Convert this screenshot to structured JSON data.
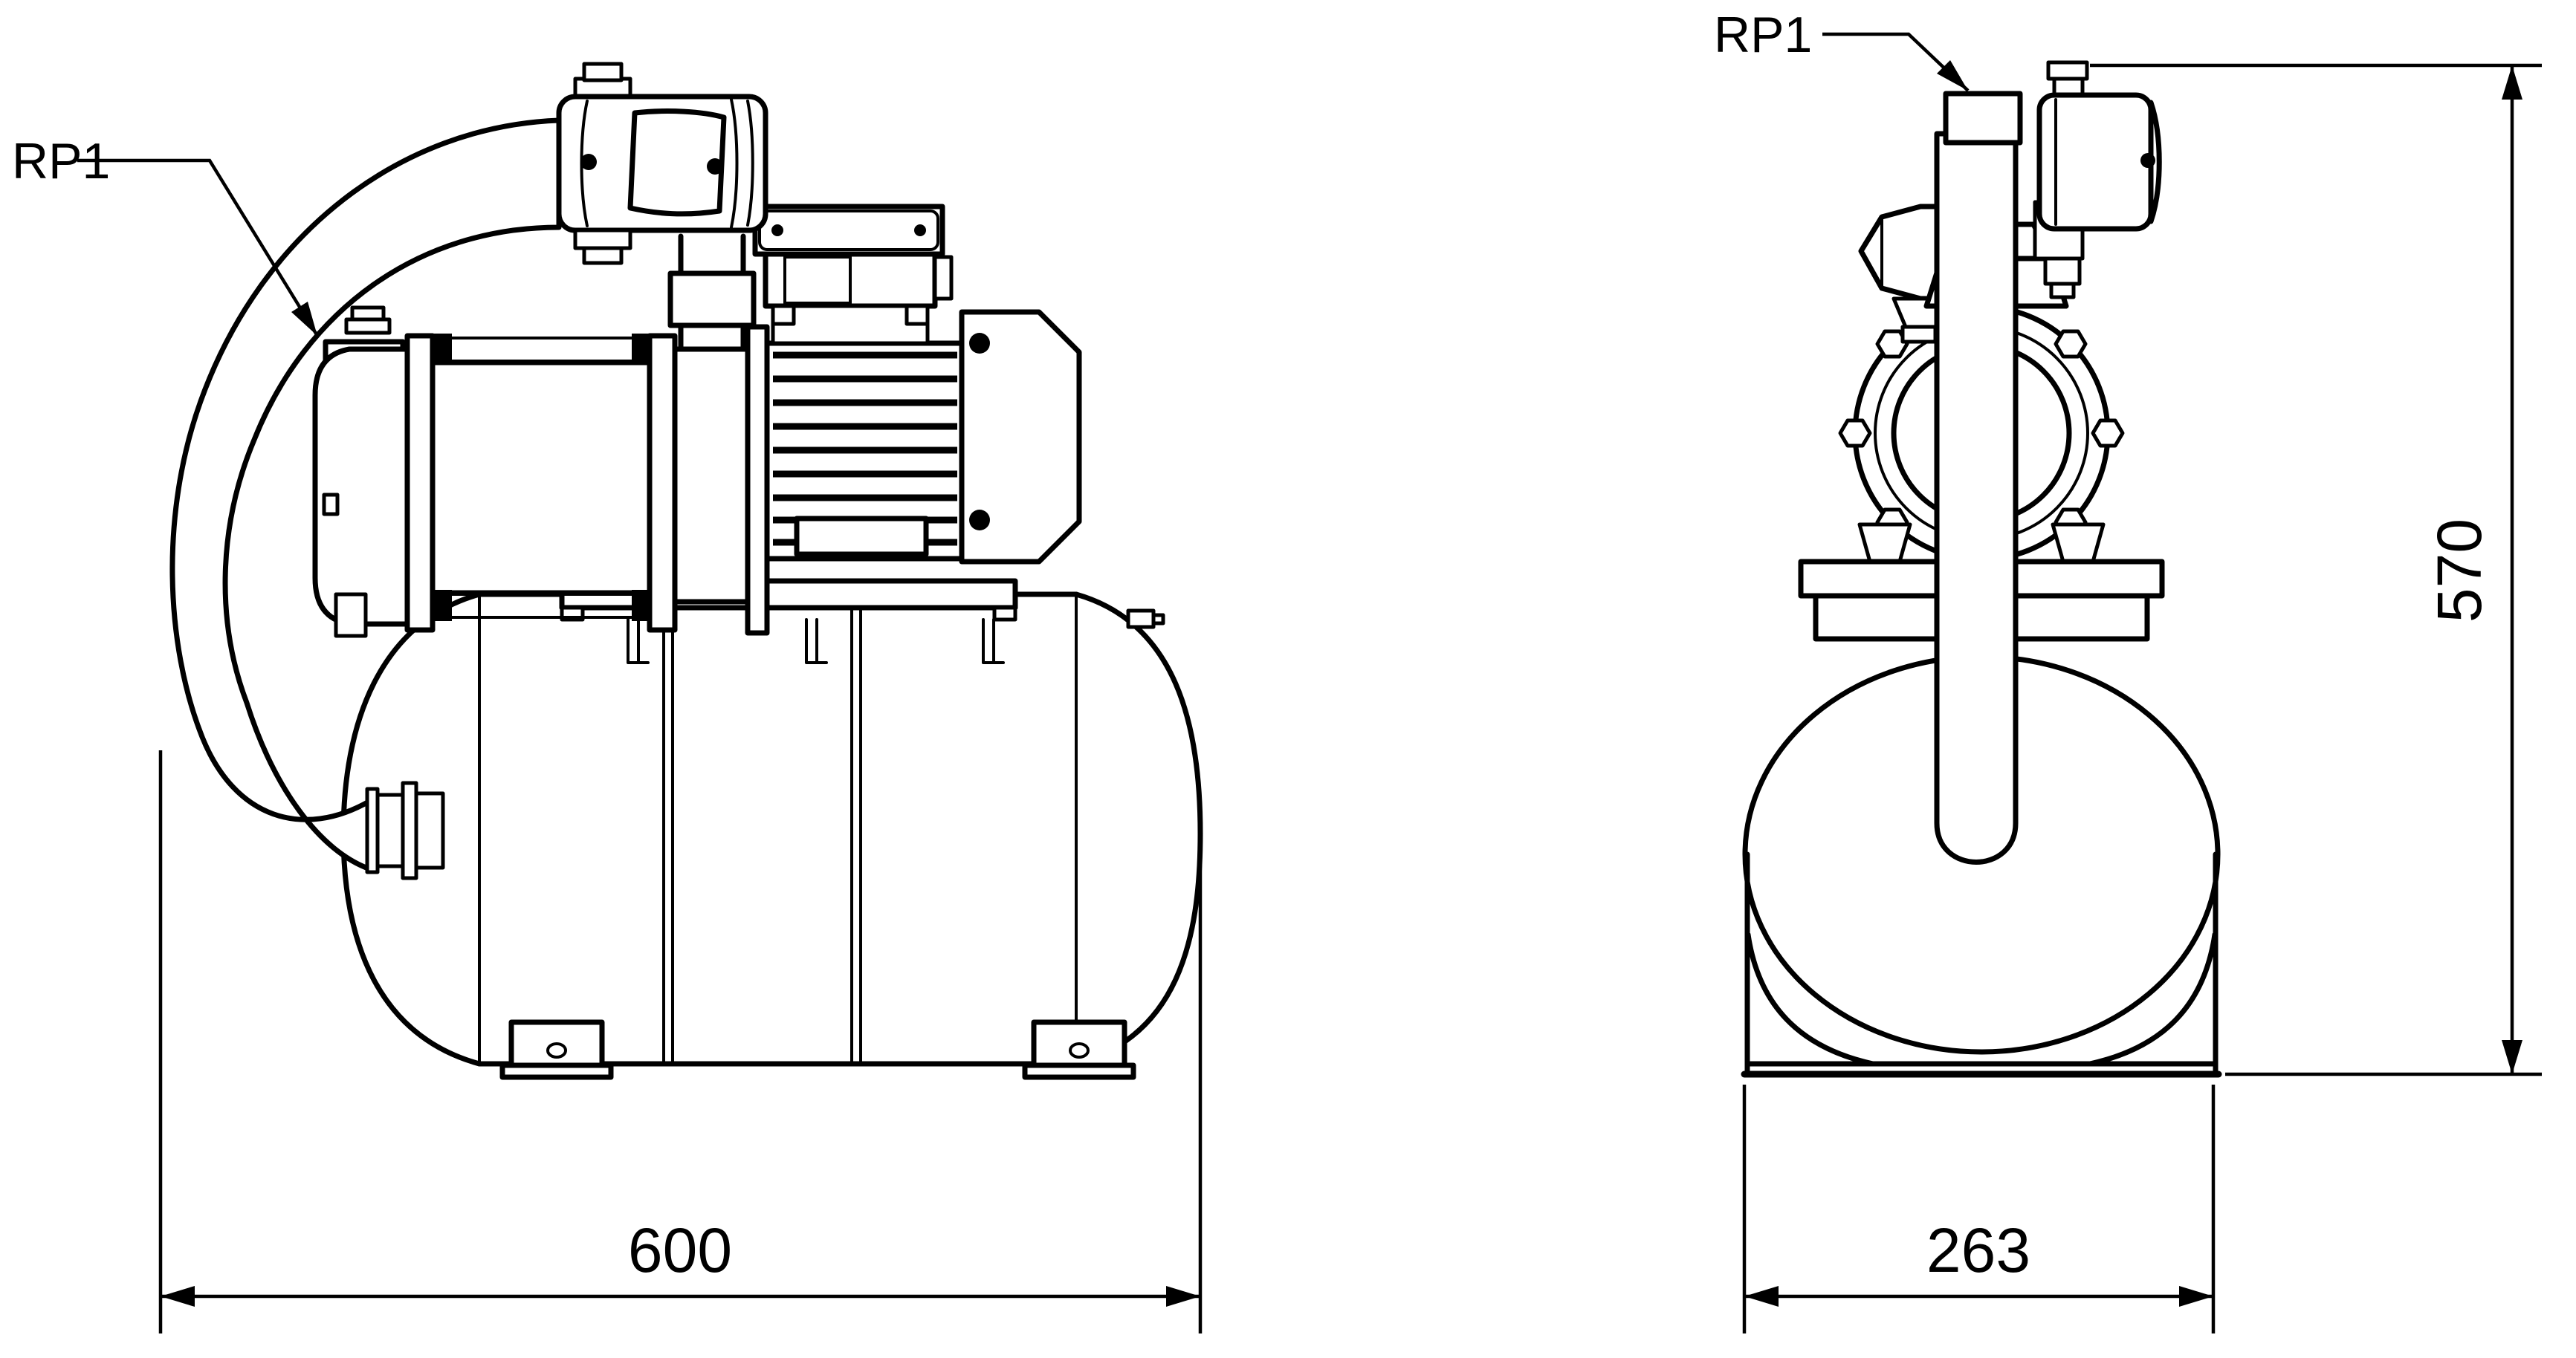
{
  "drawing": {
    "type": "technical-dimension-drawing",
    "background": "#ffffff",
    "line_color": "#000000",
    "labels": {
      "front_port": "RP1",
      "side_port": "RP1"
    },
    "dimensions": {
      "overall_length": "600",
      "overall_width": "263",
      "overall_height": "570"
    }
  }
}
